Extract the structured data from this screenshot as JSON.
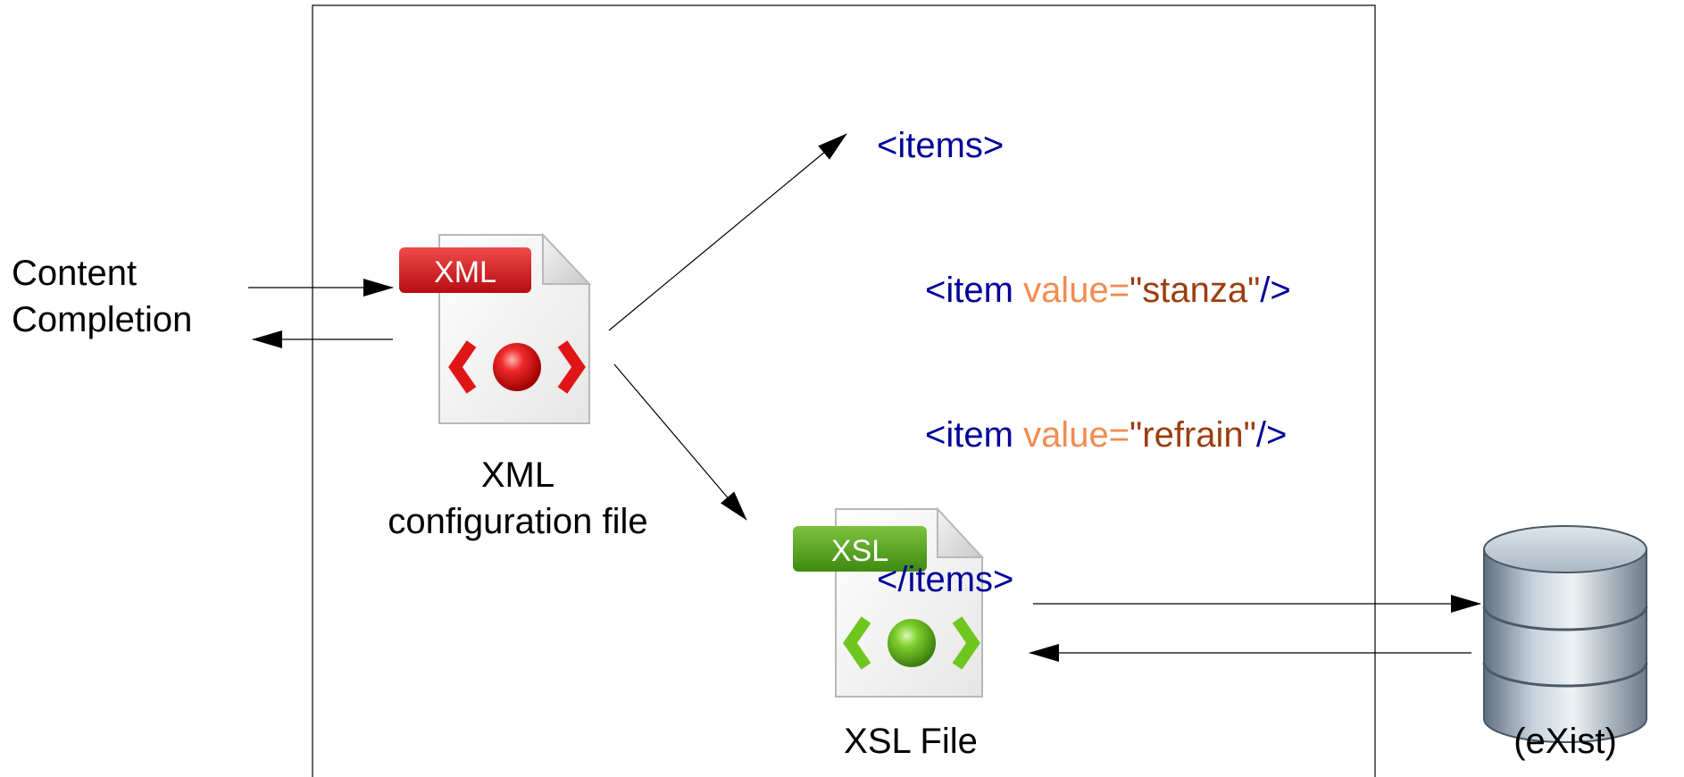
{
  "labels": {
    "content_completion_line1": "Content",
    "content_completion_line2": "Completion",
    "xml_file_line1": "XML",
    "xml_file_line2": "configuration file",
    "xsl_file": "XSL File",
    "exist": "(eXist)"
  },
  "icons": {
    "xml_badge": "XML",
    "xsl_badge": "XSL",
    "xml_icon": "xml-file-icon",
    "xsl_icon": "xsl-file-icon",
    "database_icon": "database-icon"
  },
  "code": {
    "open_tag": "<items>",
    "item_open": "<item",
    "attr_name": "value=",
    "item1_value": "\"stanza\"",
    "item2_value": "\"refrain\"",
    "item_close": "/>",
    "close_tag": "</items>"
  },
  "colors": {
    "tag": "#000099",
    "attribute": "#f28c50",
    "value": "#9c3d0e",
    "xml_badge": "#d0181b",
    "xsl_badge": "#4c9a1a"
  }
}
